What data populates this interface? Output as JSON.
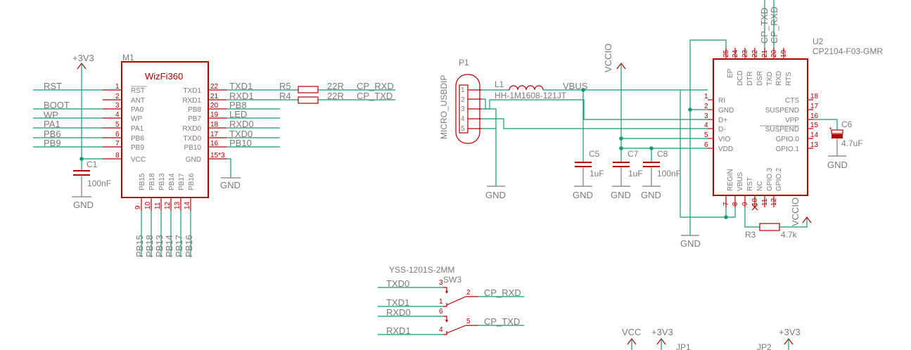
{
  "m1": {
    "ref": "M1",
    "value": "WizFi360",
    "left_pins": [
      {
        "num": "1",
        "name": "RST",
        "net": "RST"
      },
      {
        "num": "2",
        "name": "ANT",
        "net": ""
      },
      {
        "num": "3",
        "name": "PA0",
        "net": "BOOT"
      },
      {
        "num": "4",
        "name": "WP",
        "net": "WP"
      },
      {
        "num": "5",
        "name": "PA1",
        "net": "PA1"
      },
      {
        "num": "6",
        "name": "PB6",
        "net": "PB6"
      },
      {
        "num": "7",
        "name": "PB9",
        "net": "PB9"
      },
      {
        "num": "8",
        "name": "VCC",
        "net": ""
      }
    ],
    "right_pins": [
      {
        "num": "22",
        "name": "TXD1",
        "net": "TXD1"
      },
      {
        "num": "21",
        "name": "RXD1",
        "net": "RXD1"
      },
      {
        "num": "20",
        "name": "PB8",
        "net": "PB8"
      },
      {
        "num": "19",
        "name": "PB7",
        "net": "LED"
      },
      {
        "num": "18",
        "name": "RXD0",
        "net": "RXD0"
      },
      {
        "num": "17",
        "name": "TXD0",
        "net": "TXD0"
      },
      {
        "num": "16",
        "name": "PB10",
        "net": "PB10"
      },
      {
        "num": "15*3",
        "name": "GND",
        "net": ""
      }
    ],
    "bottom_pins": [
      {
        "num": "9",
        "name": "PB15",
        "net": "PB15"
      },
      {
        "num": "10",
        "name": "PB18",
        "net": "PB18"
      },
      {
        "num": "11",
        "name": "PB13",
        "net": "PB13"
      },
      {
        "num": "12",
        "name": "PB14",
        "net": "PB14"
      },
      {
        "num": "13",
        "name": "PB17",
        "net": "PB17"
      },
      {
        "num": "14",
        "name": "PB16",
        "net": "PB16"
      }
    ]
  },
  "c1": {
    "ref": "C1",
    "value": "100nF"
  },
  "power": {
    "p3v3": "+3V3",
    "gnd": "GND",
    "vccio": "VCCIO",
    "vbus": "VBUS",
    "vcc": "VCC"
  },
  "r5": {
    "ref": "R5",
    "value": "22R",
    "net": "CP_RXD"
  },
  "r4": {
    "ref": "R4",
    "value": "22R",
    "net": "CP_TXD"
  },
  "p1": {
    "ref": "P1",
    "value": "MICRO_USBDIP",
    "pins": [
      "1",
      "2",
      "3",
      "4",
      "5"
    ]
  },
  "l1": {
    "ref": "L1",
    "value": "HH-1M1608-121JT"
  },
  "c5": {
    "ref": "C5",
    "value": "1uF"
  },
  "c7": {
    "ref": "C7",
    "value": "1uF"
  },
  "c8": {
    "ref": "C8",
    "value": "100nF"
  },
  "c6": {
    "ref": "C6",
    "value": "4.7uF"
  },
  "r3": {
    "ref": "R3",
    "value": "4.7k"
  },
  "u2": {
    "ref": "U2",
    "value": "CP2104-F03-GMR",
    "left_pins": [
      {
        "num": "1",
        "name": "RI"
      },
      {
        "num": "2",
        "name": "GND"
      },
      {
        "num": "3",
        "name": "D+"
      },
      {
        "num": "4",
        "name": "D-"
      },
      {
        "num": "5",
        "name": "VIO"
      },
      {
        "num": "6",
        "name": "VDD"
      }
    ],
    "right_pins": [
      {
        "num": "18",
        "name": "CTS"
      },
      {
        "num": "17",
        "name": "SUSPEND"
      },
      {
        "num": "16",
        "name": "VPP"
      },
      {
        "num": "15",
        "name": "SUSPEND"
      },
      {
        "num": "14",
        "name": "GPIO.0"
      },
      {
        "num": "13",
        "name": "GPIO.1"
      }
    ],
    "top_pins": [
      {
        "num": "25",
        "name": "EP"
      },
      {
        "num": "24",
        "name": "DCD"
      },
      {
        "num": "23",
        "name": "DTR"
      },
      {
        "num": "22",
        "name": "DSR"
      },
      {
        "num": "21",
        "name": "TXD"
      },
      {
        "num": "20",
        "name": "RXD"
      },
      {
        "num": "19",
        "name": "RTS"
      }
    ],
    "bottom_pins": [
      {
        "num": "7",
        "name": "REGIN"
      },
      {
        "num": "8",
        "name": "VBUS"
      },
      {
        "num": "9",
        "name": "RST"
      },
      {
        "num": "10",
        "name": "NC"
      },
      {
        "num": "11",
        "name": "GPIO.3"
      },
      {
        "num": "12",
        "name": "GPIO.2"
      }
    ],
    "top_nets": [
      "CP_TXD",
      "CP_RXD"
    ]
  },
  "sw3": {
    "ref": "SW3",
    "value": "YSS-1201S-2MM",
    "nets": {
      "p3": "TXD0",
      "p1": "TXD1",
      "p6": "RXD0",
      "p4": "RXD1",
      "p2": "CP_RXD",
      "p5": "CP_TXD"
    },
    "pin_nums": {
      "p3": "3",
      "p1": "1",
      "p6": "6",
      "p4": "4",
      "p2": "2",
      "p5": "5"
    }
  },
  "jp1": {
    "ref": "JP1"
  },
  "jp2": {
    "ref": "JP2"
  }
}
